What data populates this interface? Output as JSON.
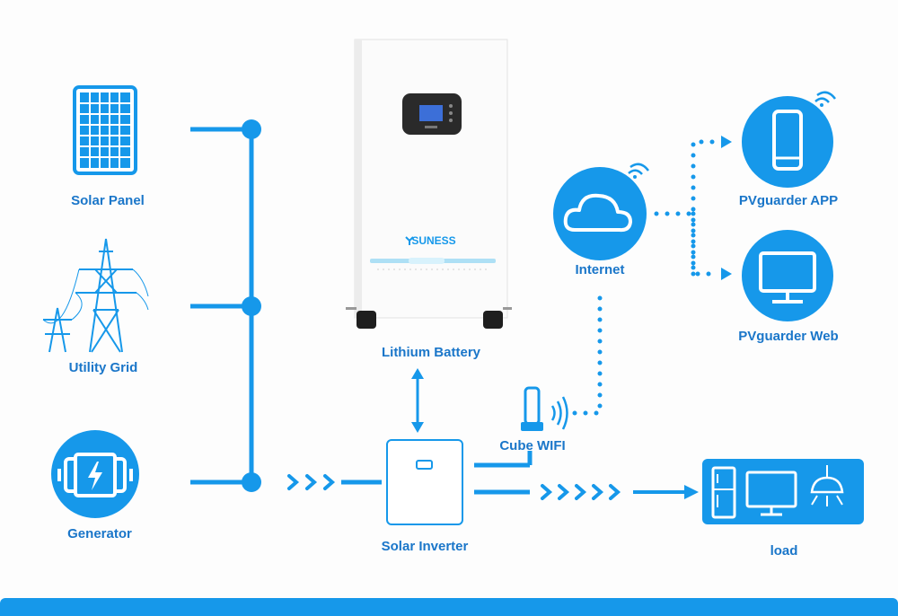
{
  "labels": {
    "solar_panel": "Solar Panel",
    "utility_grid": "Utility Grid",
    "generator": "Generator",
    "lithium_battery": "Lithium Battery",
    "solar_inverter": "Solar Inverter",
    "cube_wifi": "Cube WIFI",
    "internet": "Internet",
    "app": "PVguarder  APP",
    "web": "PVguarder  Web",
    "load": "load",
    "brand": "SUNESS"
  },
  "colors": {
    "accent": "#1698ea",
    "label": "#1a76c9",
    "dark_blue": "#0d63b5"
  },
  "icons": [
    "solar-panel-icon",
    "power-tower-icon",
    "generator-icon",
    "battery-cabinet",
    "inverter-icon",
    "wifi-dongle-icon",
    "cloud-icon",
    "phone-icon",
    "monitor-icon",
    "load-icon"
  ]
}
